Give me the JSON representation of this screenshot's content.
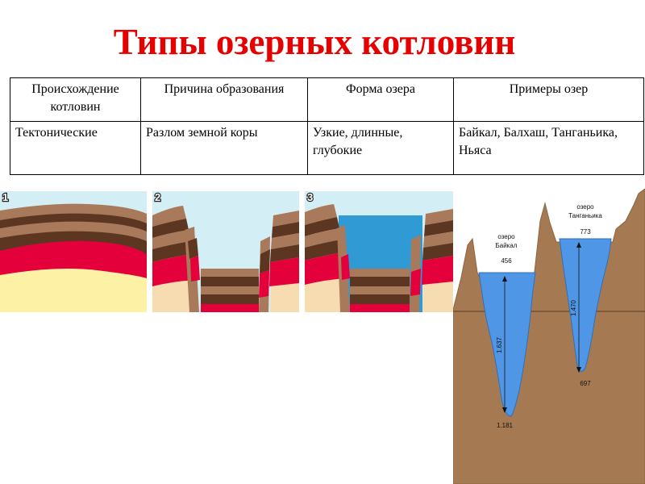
{
  "title": "Типы озерных котловин",
  "table": {
    "headers": [
      "Происхождение котловин",
      "Причина образования",
      "Форма озера",
      "Примеры озер"
    ],
    "rows": [
      [
        "Тектонические",
        "Разлом земной коры",
        "Узкие, длинные, глубокие",
        "Байкал, Балхаш, Танганьика, Ньяса"
      ]
    ]
  },
  "strata_figure": {
    "panels": [
      "1",
      "2",
      "3"
    ],
    "colors": {
      "sky": "#d4eef6",
      "layer_brown_light": "#a87a5b",
      "layer_brown_dark": "#5d3621",
      "layer_red": "#e4003a",
      "layer_sand": "#fdf1a6",
      "layer_cream": "#f6dcb0",
      "water": "#2f9ad3"
    }
  },
  "depth_figure": {
    "lakes": [
      {
        "name": "озеро Байкал",
        "label_lines": [
          "озеро",
          "Байкал"
        ],
        "surface_elevation": "456",
        "depth": "1.637",
        "bottom_elevation": "1.181"
      },
      {
        "name": "озеро Танганьика",
        "label_lines": [
          "озеро",
          "Танганьика"
        ],
        "surface_elevation": "773",
        "depth": "1.470",
        "bottom_elevation": "697"
      }
    ],
    "colors": {
      "rock": "#a57a52",
      "rock_edge": "#8b6540",
      "water": "#4f97e6",
      "sea_level_line": "#5a3c23"
    }
  }
}
